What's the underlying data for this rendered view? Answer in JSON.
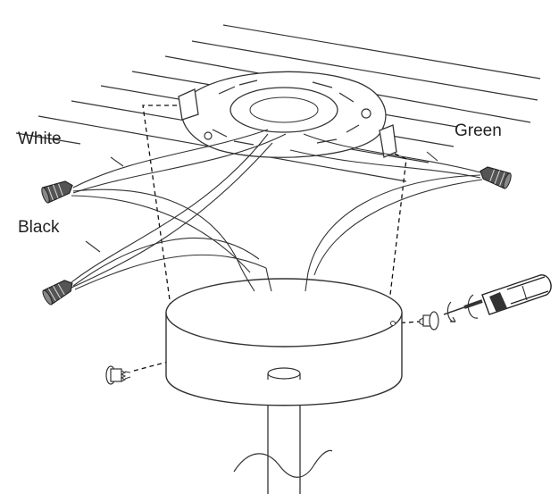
{
  "labels": {
    "white": "White",
    "black": "Black",
    "green": "Green"
  },
  "colors": {
    "line": "#333333",
    "background": "#ffffff",
    "nut_fill": "#555555"
  },
  "parts": [
    "ceiling-joists",
    "mounting-bracket",
    "wire-nut",
    "canopy",
    "downrod",
    "screw",
    "screwdriver"
  ]
}
